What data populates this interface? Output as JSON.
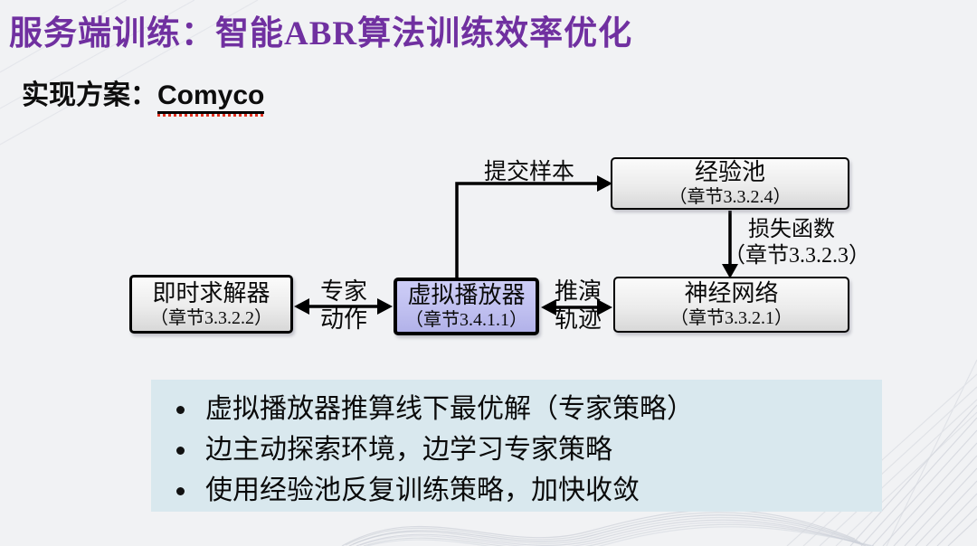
{
  "title": "服务端训练：智能ABR算法训练效率优化",
  "subtitle": {
    "label": "实现方案：",
    "value": "Comyco"
  },
  "diagram": {
    "nodes": {
      "experience_pool": {
        "name": "经验池",
        "section": "（章节3.3.2.4）"
      },
      "instant_solver": {
        "name": "即时求解器",
        "section": "（章节3.3.2.2）"
      },
      "virtual_player": {
        "name": "虚拟播放器",
        "section": "（章节3.4.1.1）"
      },
      "neural_network": {
        "name": "神经网络",
        "section": "（章节3.3.2.1）"
      }
    },
    "edges": {
      "submit_sample": {
        "label": "提交样本"
      },
      "loss_function": {
        "label": "损失函数",
        "section": "（章节3.3.2.3）"
      },
      "expert_action": {
        "line1": "专家",
        "line2": "动作"
      },
      "rollout_trace": {
        "line1": "推演",
        "line2": "轨迹"
      }
    }
  },
  "bullets": [
    "虚拟播放器推算线下最优解（专家策略）",
    "边主动探索环境，边学习专家策略",
    "使用经验池反复训练策略，加快收敛"
  ],
  "colors": {
    "title_purple": "#7030a0",
    "panel_blue": "#d9e8ee",
    "player_lavender": "#c0c0f0",
    "node_gray": "#ececec",
    "background": "#f1f2f4",
    "arrow_black": "#000000",
    "spellcheck_red": "#e03020"
  }
}
